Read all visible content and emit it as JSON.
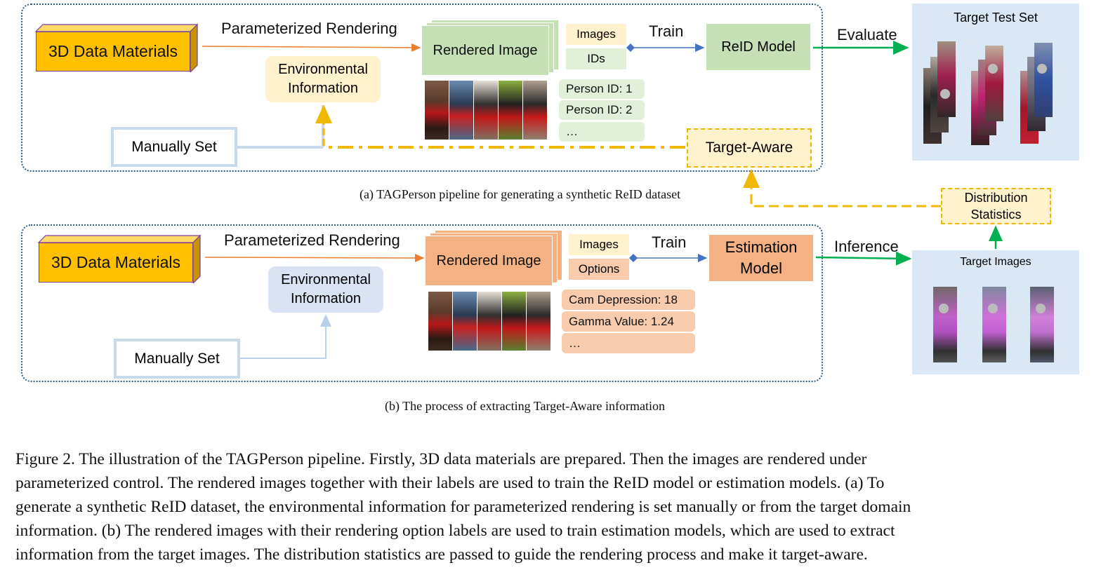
{
  "panel_a": {
    "materials_label": "3D Data Materials",
    "rendering_label": "Parameterized Rendering",
    "rendered_image_label": "Rendered Image",
    "label_images": "Images",
    "label_ids": "IDs",
    "train_label": "Train",
    "model_label": "ReID Model",
    "evaluate_label": "Evaluate",
    "env_info_label": "Environmental Information",
    "manual_label": "Manually Set",
    "target_aware_label": "Target-Aware",
    "id_items": [
      "Person ID: 1",
      "Person ID: 2",
      "…"
    ],
    "test_set_label": "Target Test Set",
    "caption": "(a) TAGPerson pipeline for generating a synthetic ReID dataset"
  },
  "panel_b": {
    "materials_label": "3D Data Materials",
    "rendering_label": "Parameterized Rendering",
    "rendered_image_label": "Rendered Image",
    "label_images": "Images",
    "label_options": "Options",
    "train_label": "Train",
    "model_label": "Estimation Model",
    "inference_label": "Inference",
    "env_info_label": "Environmental Information",
    "manual_label": "Manually Set",
    "option_items": [
      "Cam Depression: 18",
      "Gamma Value: 1.24",
      "…"
    ],
    "target_images_label": "Target Images",
    "distribution_label": "Distribution Statistics",
    "caption": "(b) The process of extracting Target-Aware information"
  },
  "figure_caption": {
    "line1": "Figure 2.  The illustration of the TAGPerson pipeline.  Firstly, 3D data materials are prepared.  Then the images are rendered under",
    "line2": "parameterized control.  The rendered images together with their labels are used to train the ReID model or estimation models.  (a) To",
    "line3": "generate a synthetic ReID dataset, the environmental information for parameterized rendering is set manually or from the target domain",
    "line4": "information.  (b) The rendered images with their rendering option labels are used to train estimation models, which are used to extract",
    "line5": "information from the target images. The distribution statistics are passed to guide the rendering process and make it target-aware."
  },
  "colors": {
    "materials_fill": "#ffc000",
    "green_box": "#c5e0b4",
    "green_light": "#e2f0d9",
    "salmon_box": "#f4b183",
    "salmon_light": "#f8cbad",
    "env_a": "#fff2cc",
    "env_b": "#dae3f3",
    "target_panel": "#dae8f5",
    "dashed_yellow": "#f0b800",
    "dotted_frame": "#2e5e8c",
    "arrow_orange": "#ed7d31",
    "arrow_green": "#00b050",
    "arrow_blue": "#4472c4"
  },
  "icons": [
    "person-crop-thumbnail",
    "blurred-face"
  ]
}
